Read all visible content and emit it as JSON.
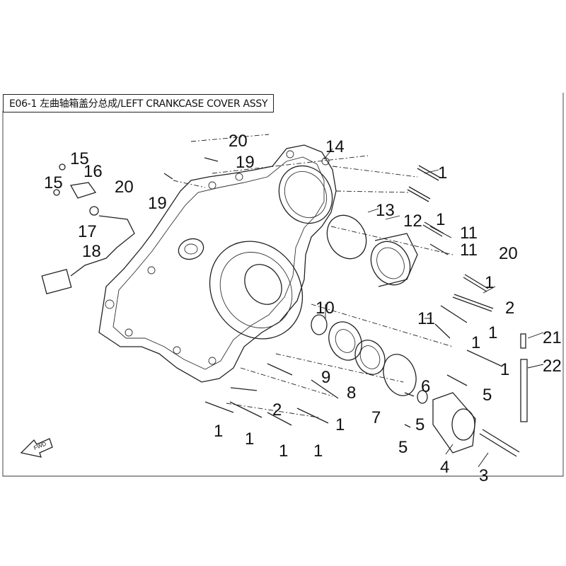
{
  "title": "E06-1 左曲轴箱盖分总成/LEFT CRANKCASE COVER ASSY",
  "fwd_label": "FWD",
  "callouts": [
    "20",
    "19",
    "15",
    "16",
    "15",
    "20",
    "19",
    "14",
    "1",
    "17",
    "18",
    "13",
    "12",
    "1",
    "11",
    "11",
    "20",
    "1",
    "10",
    "2",
    "11",
    "1",
    "21",
    "1",
    "22",
    "9",
    "8",
    "6",
    "1",
    "5",
    "7",
    "5",
    "5",
    "4",
    "3",
    "1",
    "1",
    "2",
    "1",
    "1",
    "1"
  ]
}
